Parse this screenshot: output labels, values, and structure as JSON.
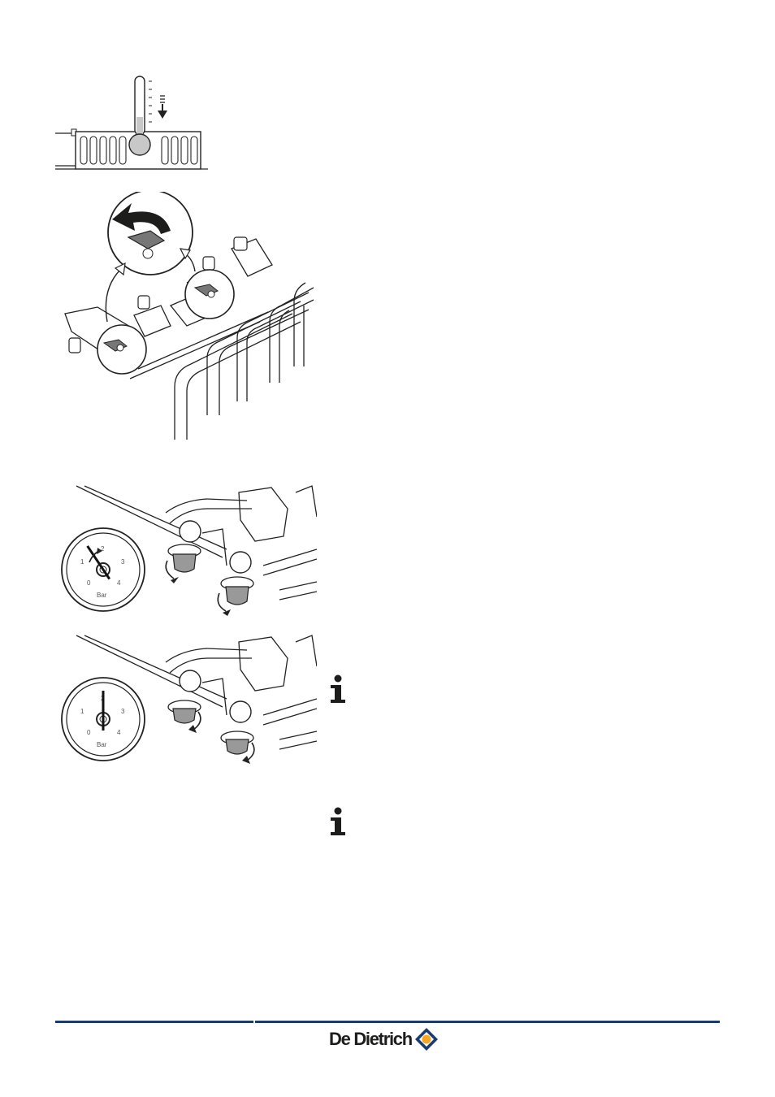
{
  "figures": {
    "radiator_thermometer": {
      "icon": "thermometer-cooling-icon"
    },
    "valve_closing": {
      "icon": "valve-rotate-icon"
    },
    "gauge_draining": {
      "ticks": [
        "0",
        "1",
        "2",
        "3",
        "4"
      ],
      "unit": "Bar",
      "pressure_bar": 1.5
    },
    "gauge_empty": {
      "ticks": [
        "0",
        "1",
        "2",
        "3",
        "4"
      ],
      "unit": "Bar",
      "pressure_bar": 2.0
    }
  },
  "info_icons": [
    "info-icon",
    "info-icon"
  ],
  "footer": {
    "brand_name": "De Dietrich",
    "accent_color": "#1b3b6f",
    "logo_colors": [
      "#1b3b6f",
      "#f5a623"
    ]
  }
}
